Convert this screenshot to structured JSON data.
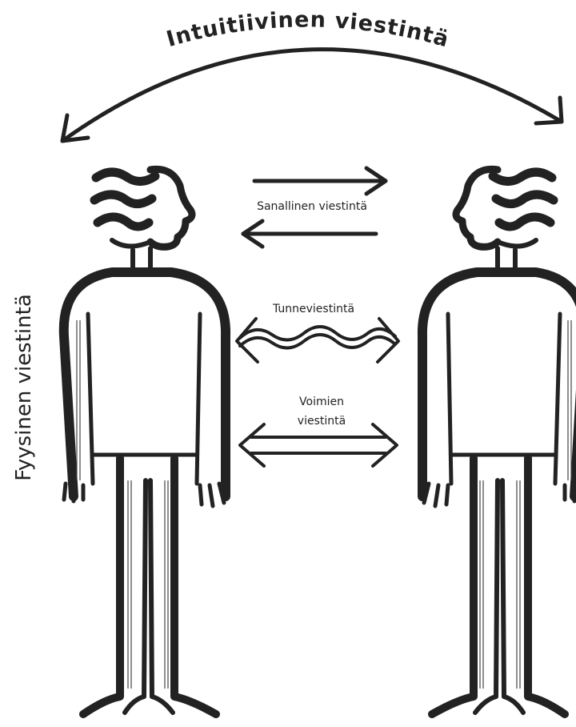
{
  "labels": {
    "intuitive": "Intuitiivinen viestintä",
    "verbal": "Sanallinen viestintä",
    "emotional": "Tunneviestintä",
    "forces_line1": "Voimien",
    "forces_line2": "viestintä",
    "physical": "Fyysinen viestintä"
  },
  "colors": {
    "ink": "#222222",
    "background": "#ffffff"
  }
}
